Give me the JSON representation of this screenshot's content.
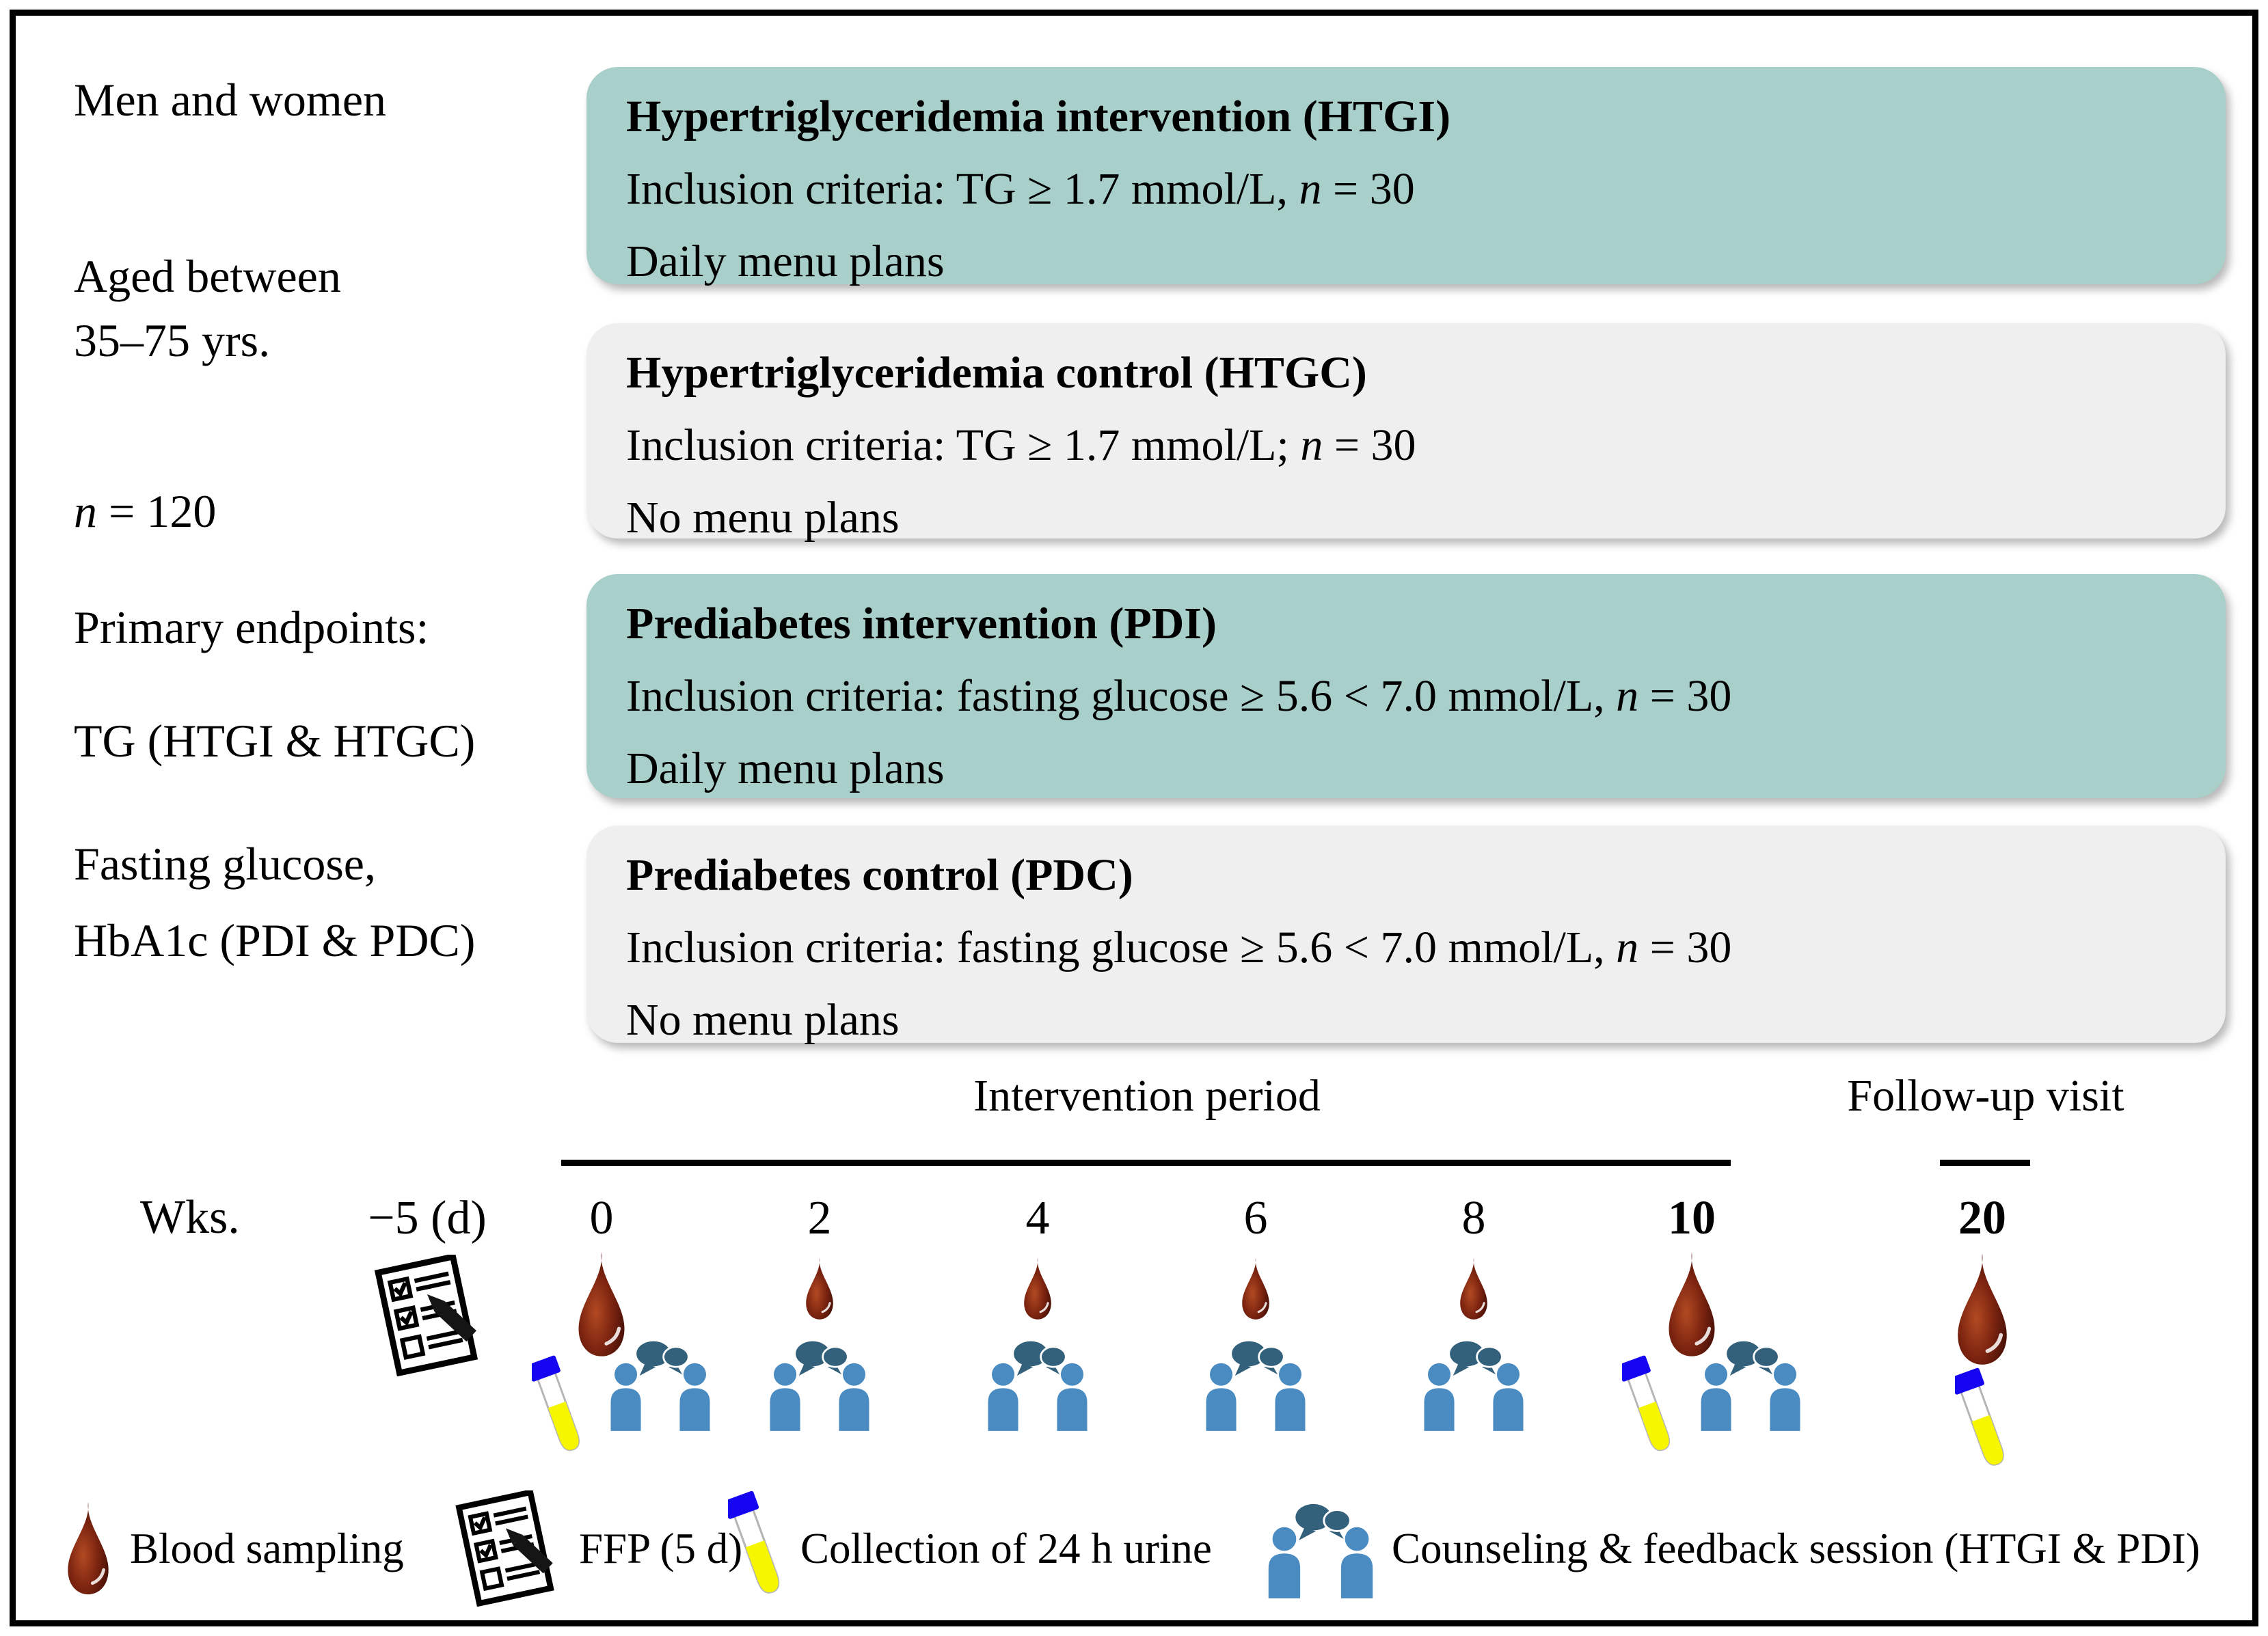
{
  "figure": {
    "left_panel": {
      "population": "Men and women",
      "age_line1": "Aged between",
      "age_line2": "35–75 yrs.",
      "n_var": "n",
      "n_value": " = 120",
      "endpoints_heading": "Primary endpoints:",
      "endpoint1": "TG (HTGI & HTGC)",
      "endpoint2_line1": "Fasting glucose,",
      "endpoint2_line2": "HbA1c (PDI & PDC)"
    },
    "groups": [
      {
        "title": "Hypertriglyceridemia intervention (HTGI)",
        "inclusion_pre": "Inclusion criteria: TG ≥ 1.7 mmol/L, ",
        "n_var": "n",
        "n_value": " = 30",
        "plan": "Daily menu plans",
        "type": "intervention"
      },
      {
        "title": "Hypertriglyceridemia control (HTGC)",
        "inclusion_pre": "Inclusion criteria: TG ≥ 1.7 mmol/L; ",
        "n_var": "n",
        "n_value": " = 30",
        "plan": "No menu plans",
        "type": "control"
      },
      {
        "title": "Prediabetes intervention (PDI)",
        "inclusion_pre": "Inclusion criteria: fasting glucose ≥ 5.6 < 7.0 mmol/L, ",
        "n_var": "n",
        "n_value": " = 30",
        "plan": "Daily menu plans",
        "type": "intervention"
      },
      {
        "title": "Prediabetes control (PDC)",
        "inclusion_pre": "Inclusion criteria: fasting glucose ≥ 5.6 < 7.0 mmol/L, ",
        "n_var": "n",
        "n_value": " = 30",
        "plan": "No menu plans",
        "type": "control"
      }
    ],
    "timeline": {
      "weeks_axis_label": "Wks.",
      "intervention_label": "Intervention period",
      "followup_label": "Follow-up visit",
      "ffp_column": {
        "week": "−5 (d)"
      },
      "columns": [
        {
          "week": "0",
          "bold": false,
          "drop": "large",
          "urine": true,
          "counseling": true
        },
        {
          "week": "2",
          "bold": false,
          "drop": "small",
          "urine": false,
          "counseling": true
        },
        {
          "week": "4",
          "bold": false,
          "drop": "small",
          "urine": false,
          "counseling": true
        },
        {
          "week": "6",
          "bold": false,
          "drop": "small",
          "urine": false,
          "counseling": true
        },
        {
          "week": "8",
          "bold": false,
          "drop": "small",
          "urine": false,
          "counseling": true
        },
        {
          "week": "10",
          "bold": true,
          "drop": "large",
          "urine": true,
          "counseling": true
        }
      ],
      "followup_column": {
        "week": "20",
        "bold": true,
        "drop": "xl",
        "urine": true,
        "counseling": false
      }
    },
    "legend": [
      {
        "icon": "blood-drop-icon",
        "label": "Blood sampling"
      },
      {
        "icon": "ffp-checklist-icon",
        "label": "FFP (5 d)"
      },
      {
        "icon": "urine-tube-icon",
        "label": "Collection of 24 h urine"
      },
      {
        "icon": "counseling-icon",
        "label": "Counseling & feedback session (HTGI & PDI)"
      }
    ],
    "colors": {
      "group_intervention_bg": "#a9cfcb",
      "group_control_bg": "#efefef",
      "person_blue": "#4a8cc2",
      "bubble_slate": "#33617c",
      "blood_dark": "#3d0c05",
      "blood_mid": "#7c2410",
      "blood_light": "#b24a22",
      "urine_yellow": "#f6f600",
      "cap_blue": "#1505f0"
    }
  }
}
